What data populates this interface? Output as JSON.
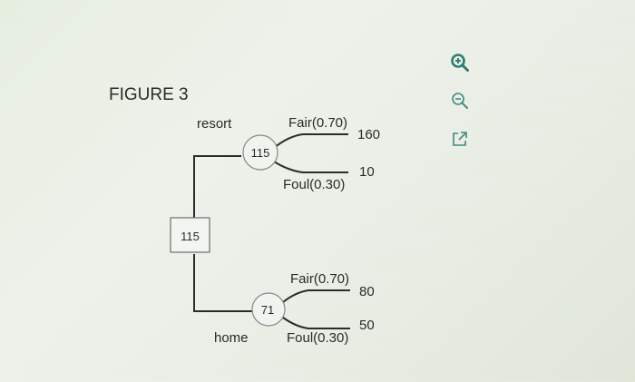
{
  "figure_title": "FIGURE 3",
  "decision_node": {
    "value": "115"
  },
  "branches": {
    "top": {
      "label": "resort",
      "chance_value": "115",
      "outcome_upper": {
        "label": "Fair(0.70)",
        "payoff": "160"
      },
      "outcome_lower": {
        "label": "Foul(0.30)",
        "payoff": "10"
      }
    },
    "bottom": {
      "label": "home",
      "chance_value": "71",
      "outcome_upper": {
        "label": "Fair(0.70)",
        "payoff": "80"
      },
      "outcome_lower": {
        "label": "Foul(0.30)",
        "payoff": "50"
      }
    }
  },
  "toolbar": {
    "icons": [
      "zoom-in-icon",
      "zoom-out-icon",
      "open-external-icon"
    ]
  },
  "colors": {
    "line": "#2b2b2b",
    "icon_accent": "#2f7d74"
  }
}
